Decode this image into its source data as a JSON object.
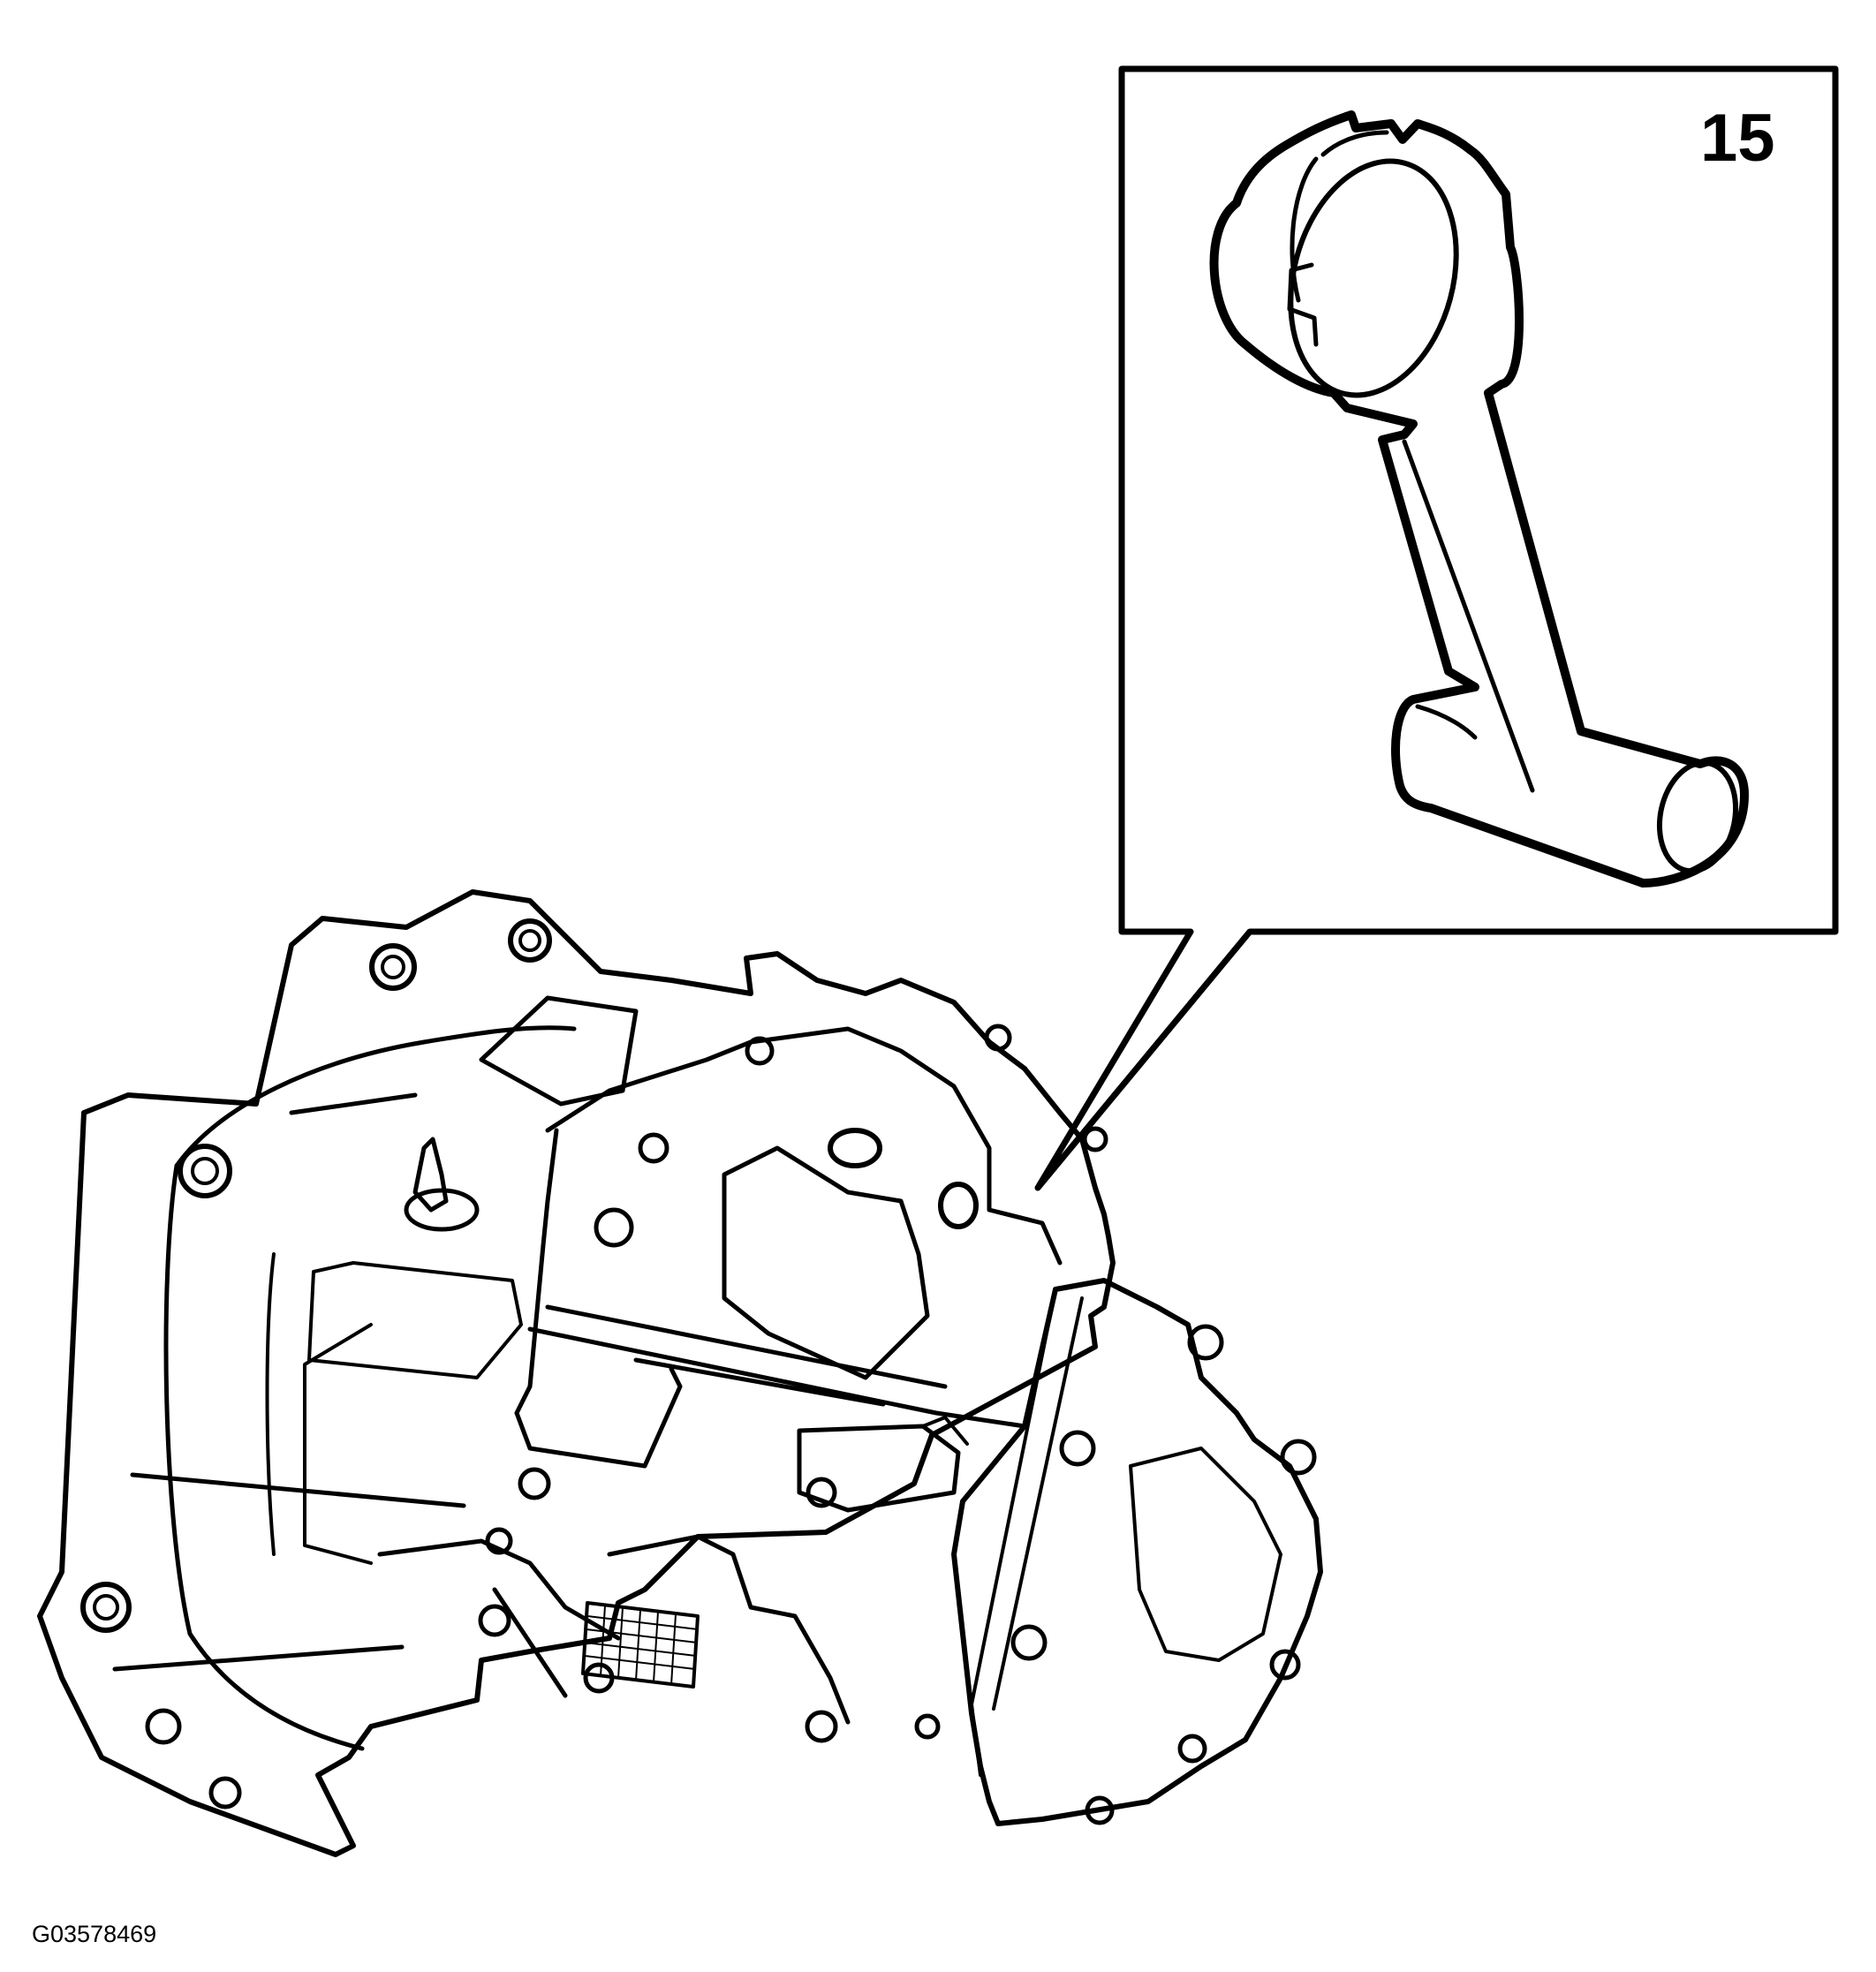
{
  "callout": {
    "number": "15"
  },
  "figure_code": "G03578469",
  "colors": {
    "ink": "#000000",
    "paper": "#ffffff"
  },
  "components": {
    "transmission": "manual-transaxle-drawing",
    "inset_part": "clutch-release-fork-drawing"
  }
}
